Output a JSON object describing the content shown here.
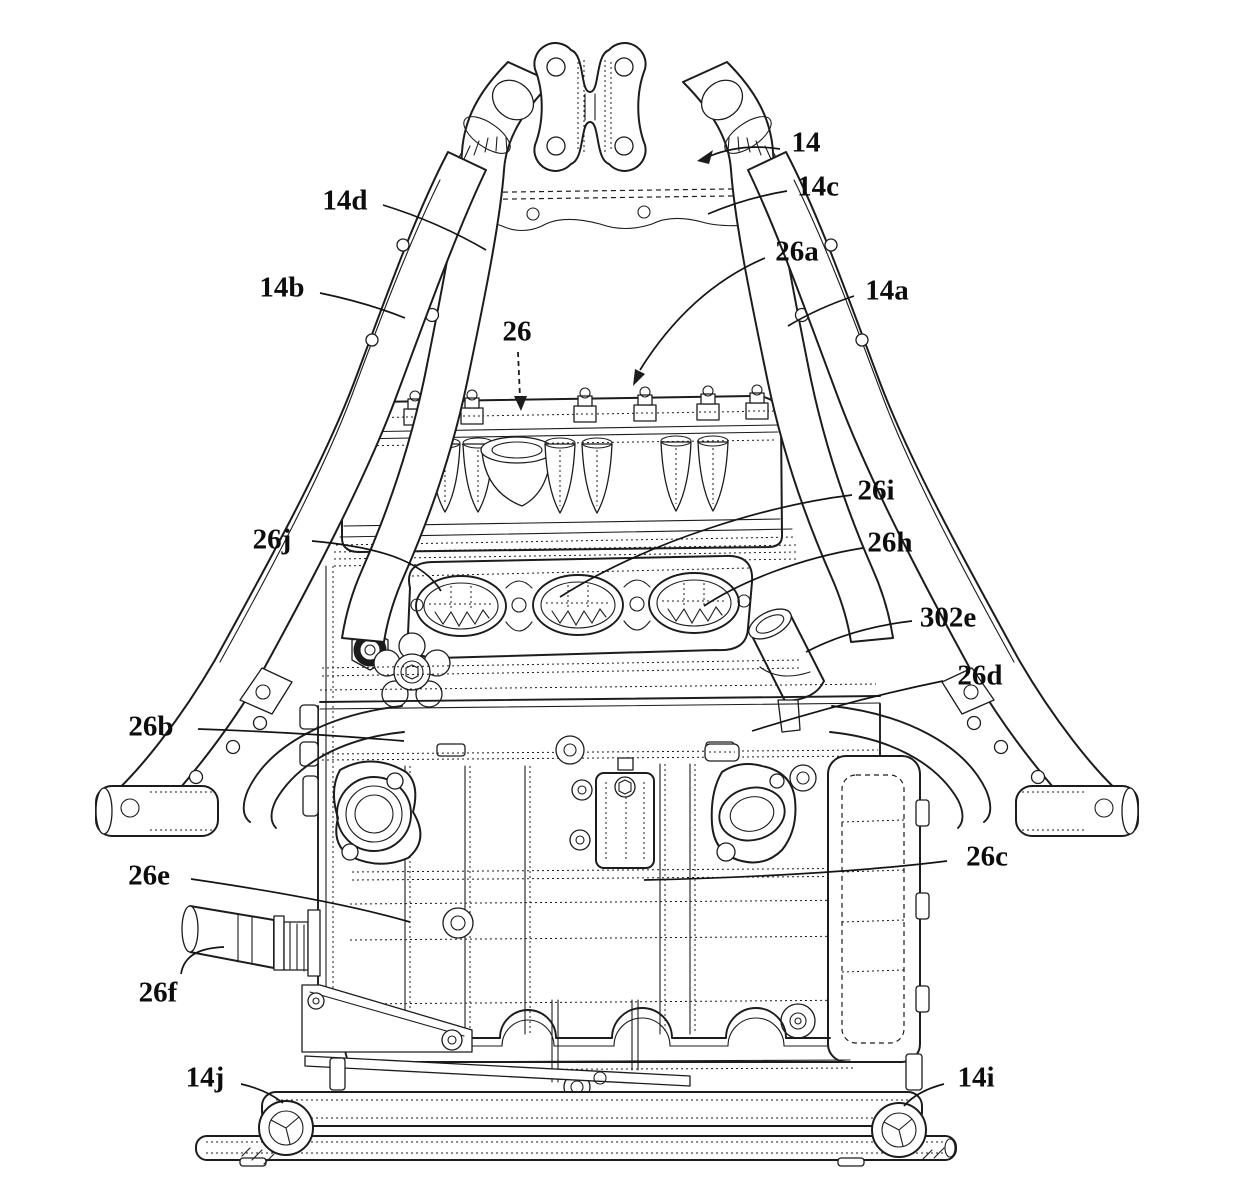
{
  "figure": {
    "background": "#ffffff",
    "ink": "#1c1c1c",
    "labels": [
      {
        "id": "14",
        "text": "14"
      },
      {
        "id": "14c",
        "text": "14c"
      },
      {
        "id": "14d",
        "text": "14d"
      },
      {
        "id": "26a",
        "text": "26a"
      },
      {
        "id": "14b",
        "text": "14b"
      },
      {
        "id": "14a",
        "text": "14a"
      },
      {
        "id": "26",
        "text": "26"
      },
      {
        "id": "26i",
        "text": "26i"
      },
      {
        "id": "26j",
        "text": "26j"
      },
      {
        "id": "26h",
        "text": "26h"
      },
      {
        "id": "302e",
        "text": "302e"
      },
      {
        "id": "26d",
        "text": "26d"
      },
      {
        "id": "26b",
        "text": "26b"
      },
      {
        "id": "26c",
        "text": "26c"
      },
      {
        "id": "26e",
        "text": "26e"
      },
      {
        "id": "26f",
        "text": "26f"
      },
      {
        "id": "14j",
        "text": "14j"
      },
      {
        "id": "14i",
        "text": "14i"
      }
    ]
  }
}
